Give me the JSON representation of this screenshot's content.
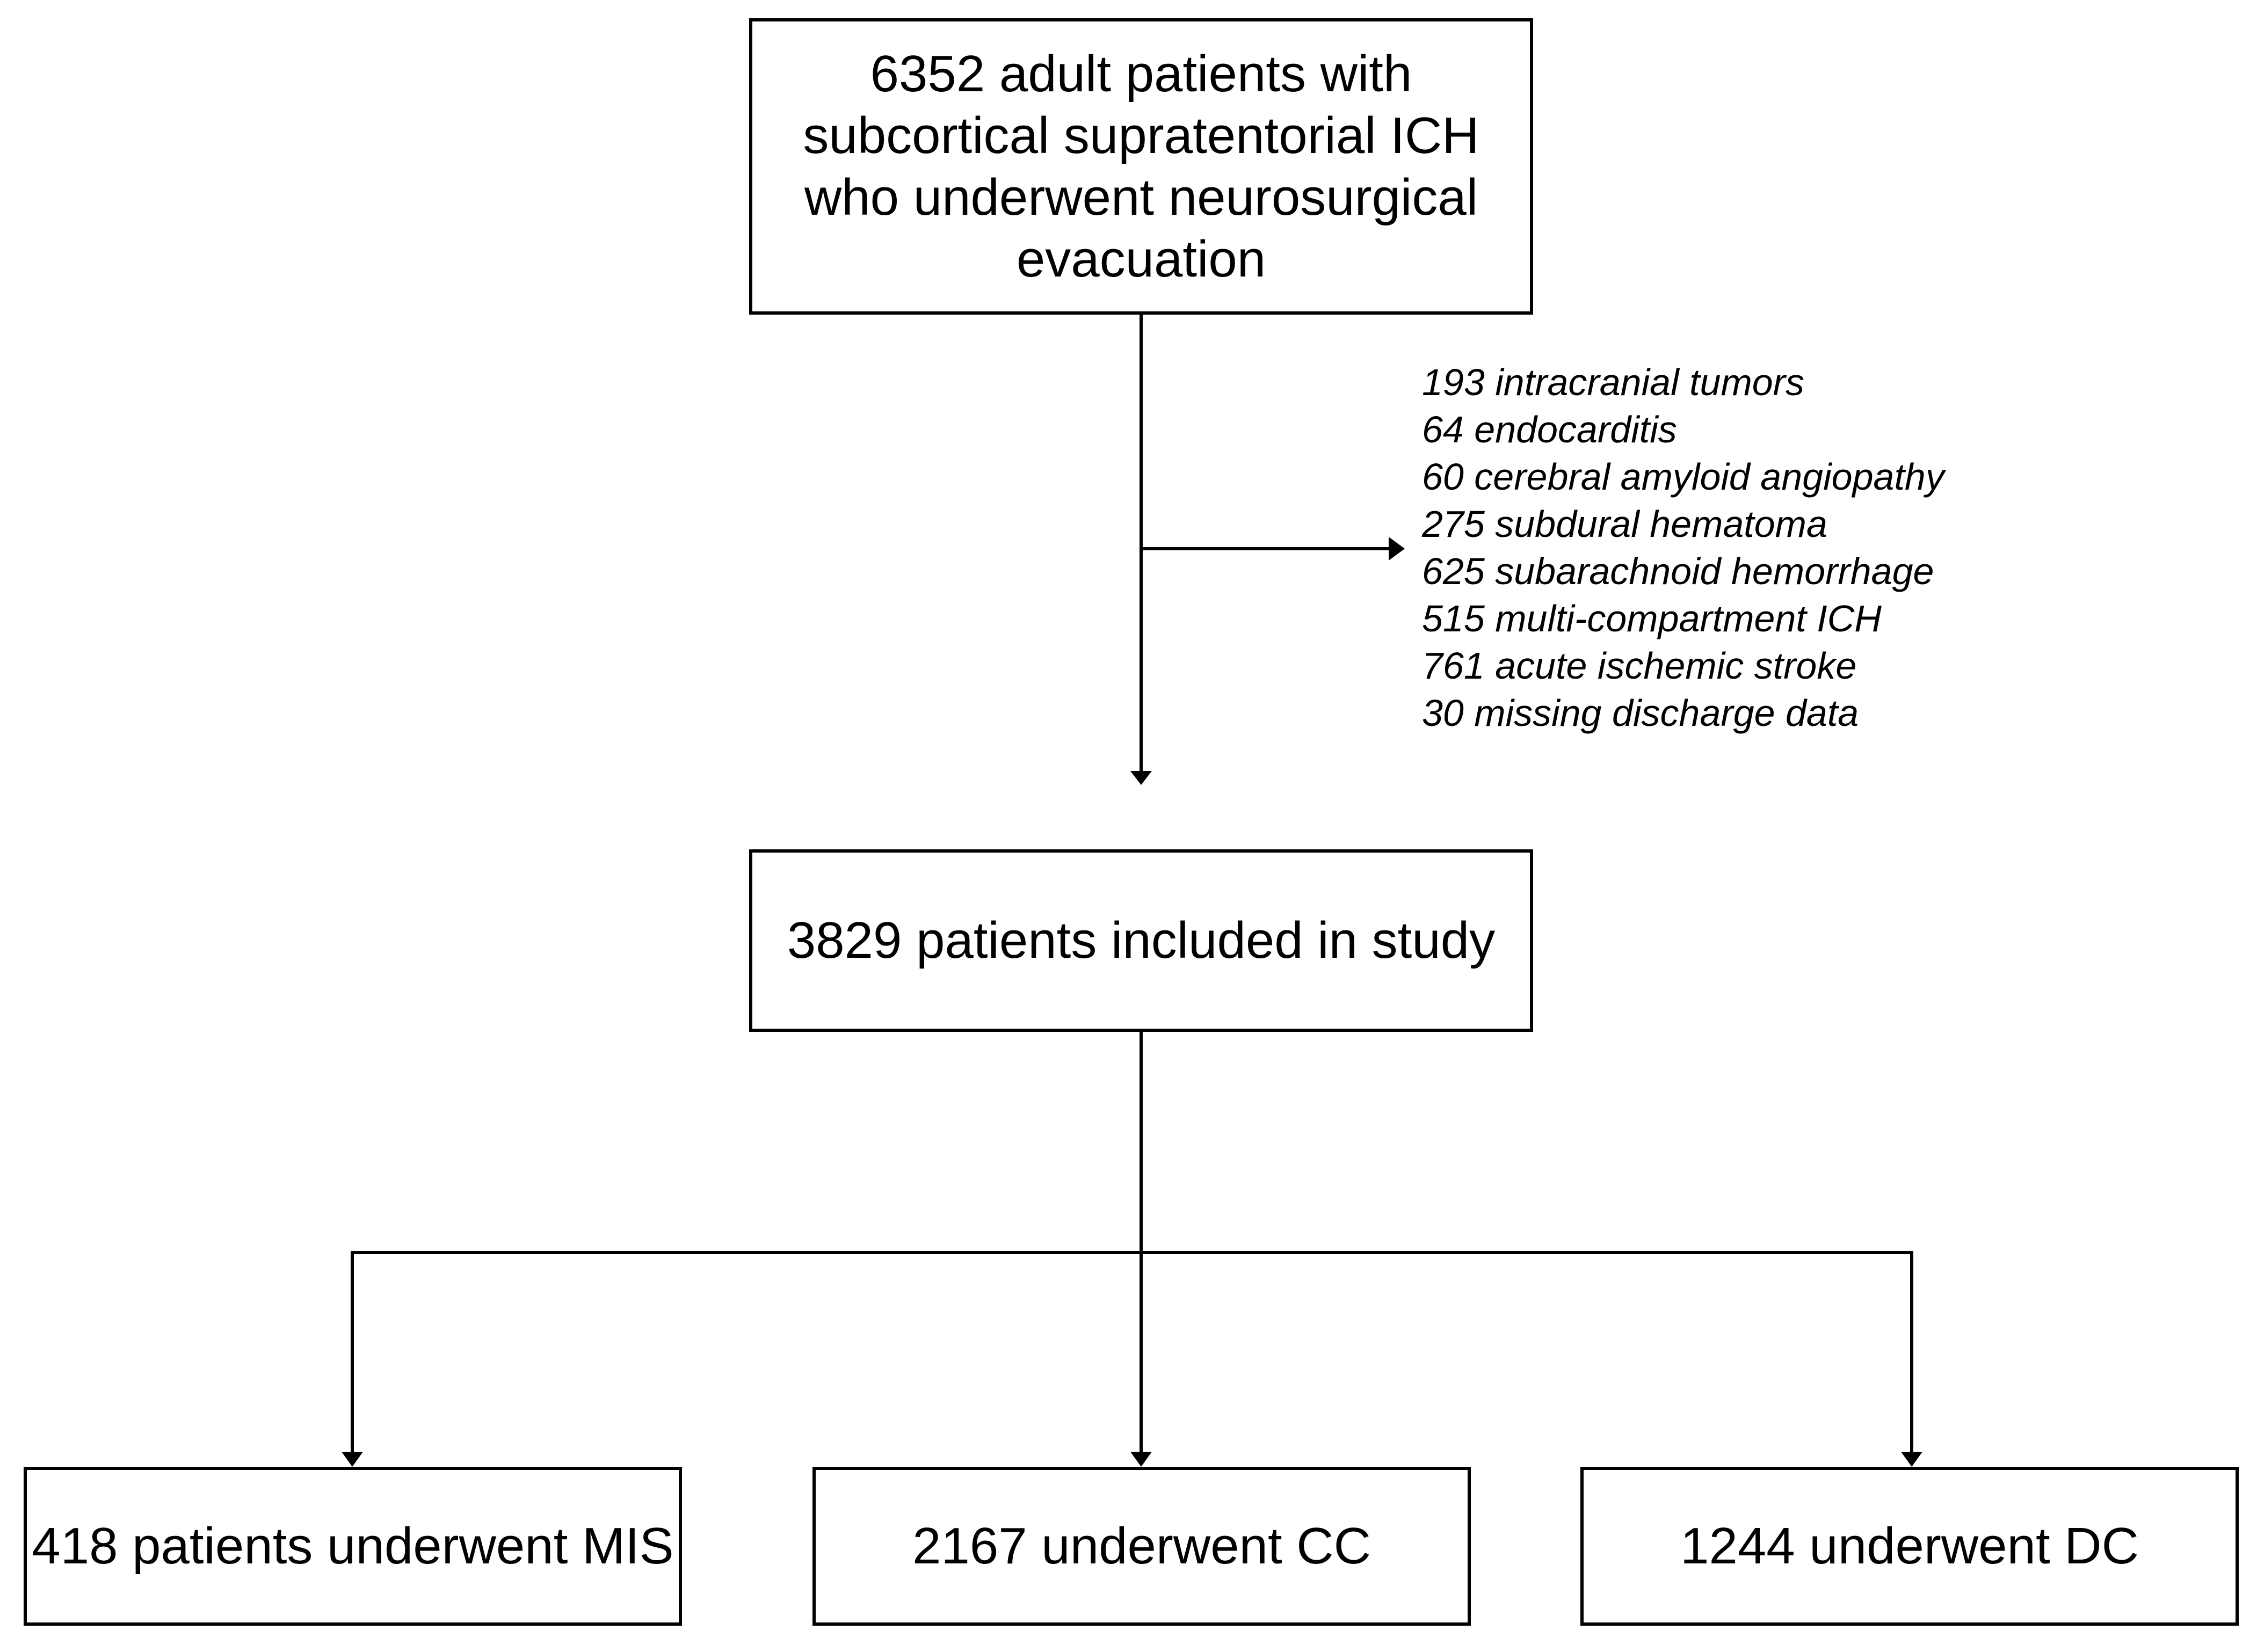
{
  "flowchart": {
    "source_box": {
      "lines": [
        "6352 adult patients with",
        "subcortical supratentorial ICH",
        "who underwent neurosurgical",
        "evacuation"
      ]
    },
    "exclusions": [
      "193 intracranial tumors",
      "64 endocarditis",
      "60 cerebral amyloid angiopathy",
      "275 subdural hematoma",
      "625 subarachnoid hemorrhage",
      "515 multi-compartment ICH",
      "761 acute ischemic stroke",
      "30 missing discharge data"
    ],
    "included_box": {
      "text": "3829 patients included in study"
    },
    "groups": [
      {
        "text": "418 patients underwent MIS"
      },
      {
        "text": "2167 underwent CC"
      },
      {
        "text": "1244 underwent DC"
      }
    ]
  }
}
